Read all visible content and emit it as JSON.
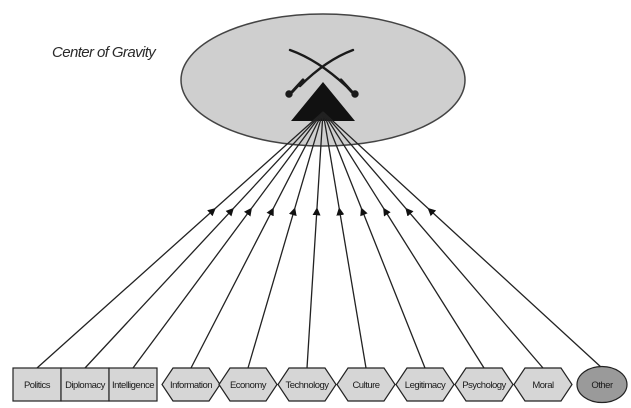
{
  "diagram": {
    "title": "Center of Gravity",
    "elements": [
      {
        "label": "Politics",
        "shape": "rectangle"
      },
      {
        "label": "Diplomacy",
        "shape": "rectangle"
      },
      {
        "label": "Intelligence",
        "shape": "rectangle"
      },
      {
        "label": "Information",
        "shape": "hexagon"
      },
      {
        "label": "Economy",
        "shape": "hexagon"
      },
      {
        "label": "Technology",
        "shape": "hexagon"
      },
      {
        "label": "Culture",
        "shape": "hexagon"
      },
      {
        "label": "Legitimacy",
        "shape": "hexagon"
      },
      {
        "label": "Psychology",
        "shape": "hexagon"
      },
      {
        "label": "Moral",
        "shape": "hexagon"
      },
      {
        "label": "Other",
        "shape": "circle"
      }
    ],
    "icons": {
      "center": "crossed-swords-icon",
      "apex": "triangle-apex-icon"
    },
    "colors": {
      "ellipse_fill": "#cfcfcf",
      "node_fill": "#d6d6d6",
      "other_fill": "#9a9a9a",
      "stroke": "#222222"
    }
  }
}
